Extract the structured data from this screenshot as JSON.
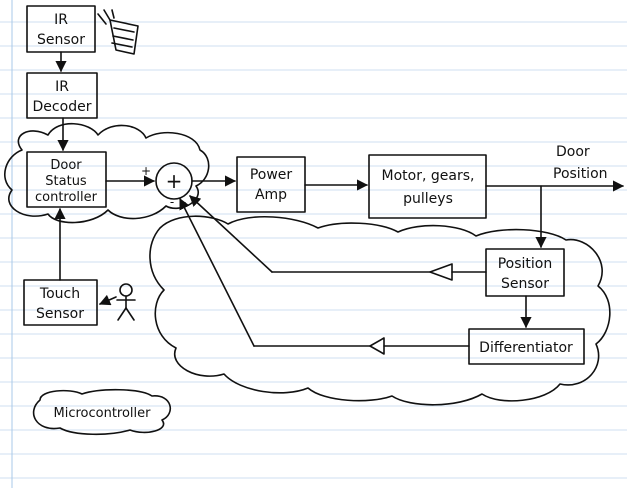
{
  "blocks": {
    "ir_sensor": [
      "IR",
      "Sensor"
    ],
    "ir_decoder": [
      "IR",
      "Decoder"
    ],
    "door_status_controller": [
      "Door",
      "Status",
      "controller"
    ],
    "touch_sensor": [
      "Touch",
      "Sensor"
    ],
    "power_amp": [
      "Power",
      "Amp"
    ],
    "motor_gears_pulleys": [
      "Motor, gears,",
      "pulleys"
    ],
    "position_sensor": [
      "Position",
      "Sensor"
    ],
    "differentiator": [
      "Differentiator"
    ]
  },
  "labels": {
    "door_position": [
      "Door",
      "Position"
    ],
    "microcontroller": "Microcontroller",
    "summing_plus": "+",
    "sign_positive": "+",
    "sign_negative_1": "-",
    "sign_negative_2": "-"
  },
  "colors": {
    "ink": "#111111",
    "paper": "#ffffff",
    "rule_line": "#cfdff0",
    "margin_line": "#a8c8e8"
  },
  "icons": [
    "remote-control-icon",
    "stick-figure-person-icon"
  ]
}
